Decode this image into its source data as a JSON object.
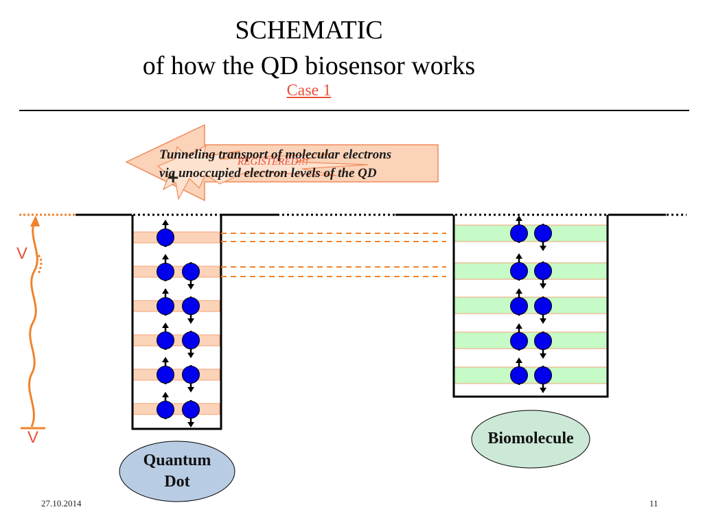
{
  "title": {
    "line1": "SCHEMATIC",
    "line2": "of how the QD biosensor works",
    "case": "Case 1"
  },
  "arrow": {
    "line1": "Tunneling transport of molecular electrons",
    "line2": "via unoccupied electron levels of the QD",
    "registered": "REGISTERED!!!"
  },
  "voltage": {
    "top_label": "V",
    "bottom_label": "V"
  },
  "quantum_dot": {
    "label_line1": "Quantum",
    "label_line2": "Dot",
    "levels": 6,
    "double_occupied_levels": 5
  },
  "biomolecule": {
    "label": "Biomolecule",
    "levels": 5
  },
  "footer": {
    "date": "27.10.2014",
    "page": "11"
  },
  "colors": {
    "accent": "#e8503a",
    "electron": "#0000ee",
    "qd_band": "#fbd3b8",
    "bio_band": "#c6fac6",
    "qd_oval": "#b8cce4",
    "bio_oval": "#cce8d6"
  }
}
